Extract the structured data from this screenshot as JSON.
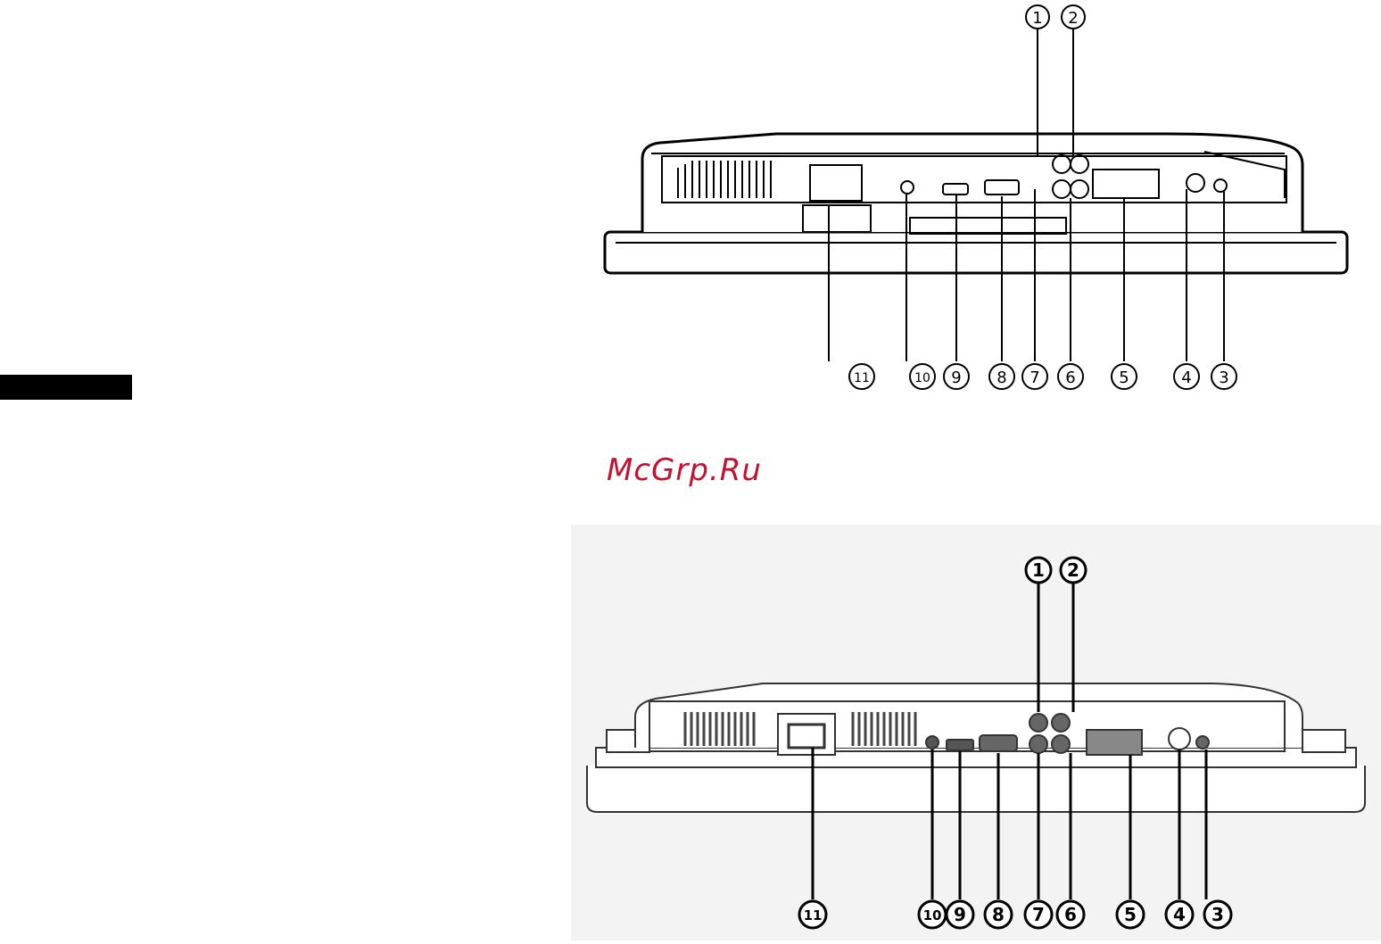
{
  "watermark": "McGrp.Ru",
  "colors": {
    "watermark": "#c8102e",
    "line": "#000000",
    "bottom_bg": "#f3f3f3"
  },
  "diagrams": [
    {
      "id": "top",
      "style": "line-art",
      "callouts": [
        "1",
        "2",
        "3",
        "4",
        "5",
        "6",
        "7",
        "8",
        "9",
        "10",
        "11"
      ]
    },
    {
      "id": "bottom",
      "style": "shaded",
      "callouts": [
        "1",
        "2",
        "3",
        "4",
        "5",
        "6",
        "7",
        "8",
        "9",
        "10",
        "11"
      ]
    }
  ]
}
